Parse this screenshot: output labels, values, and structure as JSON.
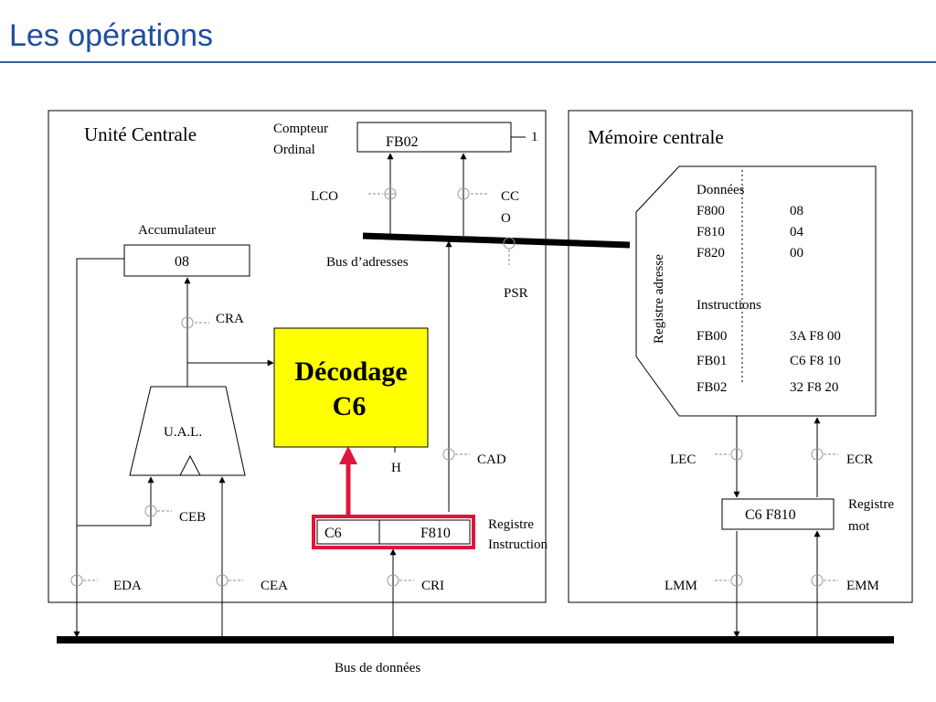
{
  "slide": {
    "title": "Les opérations",
    "title_color": "#1f4e9e"
  },
  "cpu": {
    "heading": "Unité Centrale",
    "pc_label_line1": "Compteur",
    "pc_label_line2": "Ordinal",
    "pc_value": "FB02",
    "pc_increment": "1",
    "lco": "LCO",
    "cco_line1": "CC",
    "cco_line2": "O",
    "psr": "PSR",
    "address_bus": "Bus d’adresses",
    "acc_label": "Accumulateur",
    "acc_value": "08",
    "cra": "CRA",
    "decode_line1": "Décodage",
    "decode_line2": "C6",
    "decode_fill": "#ffff00",
    "h_label": "H",
    "alu_label": "U.A.L.",
    "ceb": "CEB",
    "cad": "CAD",
    "ir_opcode": "C6",
    "ir_operand": "F810",
    "ir_label_line1": "Registre",
    "ir_label_line2": "Instruction",
    "ir_border": "#e0143c",
    "eda": "EDA",
    "cea": "CEA",
    "cri": "CRI"
  },
  "memory": {
    "heading": "Mémoire centrale",
    "addr_register": "Registre adresse",
    "data_title": "Données",
    "data_rows": [
      {
        "addr": "F800",
        "val": "08"
      },
      {
        "addr": "F810",
        "val": "04"
      },
      {
        "addr": "F820",
        "val": "00"
      }
    ],
    "instr_title": "Instructions",
    "instr_rows": [
      {
        "addr": "FB00",
        "val": "3A F8 00"
      },
      {
        "addr": "FB01",
        "val": "C6 F8 10"
      },
      {
        "addr": "FB02",
        "val": "32 F8 20"
      }
    ],
    "lec": "LEC",
    "ecr": "ECR",
    "word_value": "C6 F810",
    "word_label_line1": "Registre",
    "word_label_line2": "mot",
    "lmm": "LMM",
    "emm": "EMM"
  },
  "data_bus": "Bus de données"
}
